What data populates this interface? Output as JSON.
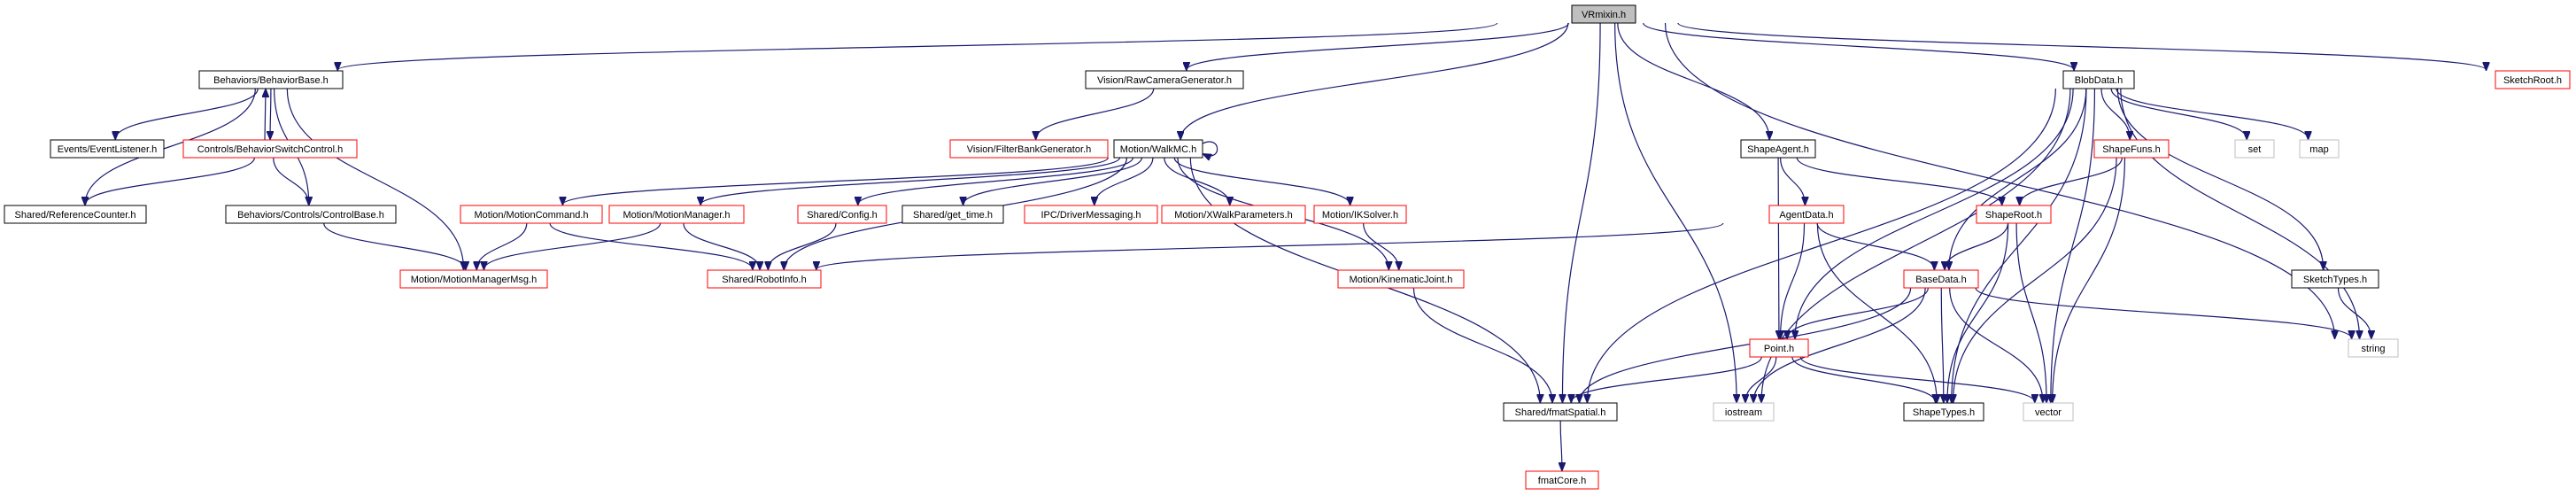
{
  "colors": {
    "edge": "#191970",
    "border_black": "#000000",
    "border_red": "#ff0000",
    "border_gray": "#bfbfbf",
    "fill_root": "#bfbfbf",
    "fill_node": "#ffffff"
  },
  "nodes": [
    {
      "id": "vrmixin",
      "label": "VRmixin.h",
      "style": "root"
    },
    {
      "id": "behaviorbase",
      "label": "Behaviors/BehaviorBase.h",
      "style": "black"
    },
    {
      "id": "rawcam",
      "label": "Vision/RawCameraGenerator.h",
      "style": "black"
    },
    {
      "id": "blobdata",
      "label": "BlobData.h",
      "style": "black"
    },
    {
      "id": "sketchroot",
      "label": "SketchRoot.h",
      "style": "red"
    },
    {
      "id": "eventlistener",
      "label": "Events/EventListener.h",
      "style": "black"
    },
    {
      "id": "bswitch",
      "label": "Controls/BehaviorSwitchControl.h",
      "style": "red"
    },
    {
      "id": "refcounter",
      "label": "Shared/ReferenceCounter.h",
      "style": "black"
    },
    {
      "id": "controlbase",
      "label": "Behaviors/Controls/ControlBase.h",
      "style": "black"
    },
    {
      "id": "mmmsg",
      "label": "Motion/MotionManagerMsg.h",
      "style": "red"
    },
    {
      "id": "filterbank",
      "label": "Vision/FilterBankGenerator.h",
      "style": "red"
    },
    {
      "id": "walkmc",
      "label": "Motion/WalkMC.h",
      "style": "black"
    },
    {
      "id": "motioncommand",
      "label": "Motion/MotionCommand.h",
      "style": "red"
    },
    {
      "id": "motionmanager",
      "label": "Motion/MotionManager.h",
      "style": "red"
    },
    {
      "id": "config",
      "label": "Shared/Config.h",
      "style": "red"
    },
    {
      "id": "gettime",
      "label": "Shared/get_time.h",
      "style": "black"
    },
    {
      "id": "drivermsg",
      "label": "IPC/DriverMessaging.h",
      "style": "red"
    },
    {
      "id": "xwalk",
      "label": "Motion/XWalkParameters.h",
      "style": "red"
    },
    {
      "id": "iksolver",
      "label": "Motion/IKSolver.h",
      "style": "red"
    },
    {
      "id": "robotinfo",
      "label": "Shared/RobotInfo.h",
      "style": "red"
    },
    {
      "id": "kinjoint",
      "label": "Motion/KinematicJoint.h",
      "style": "red"
    },
    {
      "id": "fmatspatial",
      "label": "Shared/fmatSpatial.h",
      "style": "black"
    },
    {
      "id": "fmatcore",
      "label": "fmatCore.h",
      "style": "red"
    },
    {
      "id": "iostream",
      "label": "iostream",
      "style": "gray"
    },
    {
      "id": "shapeagent",
      "label": "ShapeAgent.h",
      "style": "black"
    },
    {
      "id": "agentdata",
      "label": "AgentData.h",
      "style": "red"
    },
    {
      "id": "shaperoot",
      "label": "ShapeRoot.h",
      "style": "red"
    },
    {
      "id": "basedata",
      "label": "BaseData.h",
      "style": "red"
    },
    {
      "id": "point",
      "label": "Point.h",
      "style": "red"
    },
    {
      "id": "shapetypes",
      "label": "ShapeTypes.h",
      "style": "black"
    },
    {
      "id": "vector",
      "label": "vector",
      "style": "gray"
    },
    {
      "id": "shapefuns",
      "label": "ShapeFuns.h",
      "style": "red"
    },
    {
      "id": "set",
      "label": "set",
      "style": "gray"
    },
    {
      "id": "map",
      "label": "map",
      "style": "gray"
    },
    {
      "id": "sketchtypes",
      "label": "SketchTypes.h",
      "style": "black"
    },
    {
      "id": "string",
      "label": "string",
      "style": "gray"
    }
  ],
  "edges": [
    [
      "vrmixin",
      "behaviorbase"
    ],
    [
      "vrmixin",
      "rawcam"
    ],
    [
      "vrmixin",
      "walkmc"
    ],
    [
      "vrmixin",
      "fmatspatial"
    ],
    [
      "vrmixin",
      "iostream"
    ],
    [
      "vrmixin",
      "shapeagent"
    ],
    [
      "vrmixin",
      "blobdata"
    ],
    [
      "vrmixin",
      "string"
    ],
    [
      "vrmixin",
      "sketchroot"
    ],
    [
      "behaviorbase",
      "eventlistener"
    ],
    [
      "behaviorbase",
      "bswitch"
    ],
    [
      "behaviorbase",
      "refcounter"
    ],
    [
      "behaviorbase",
      "controlbase"
    ],
    [
      "behaviorbase",
      "mmmsg"
    ],
    [
      "bswitch",
      "behaviorbase"
    ],
    [
      "bswitch",
      "refcounter"
    ],
    [
      "bswitch",
      "controlbase"
    ],
    [
      "controlbase",
      "mmmsg"
    ],
    [
      "rawcam",
      "filterbank"
    ],
    [
      "walkmc",
      "walkmc"
    ],
    [
      "walkmc",
      "motioncommand"
    ],
    [
      "walkmc",
      "motionmanager"
    ],
    [
      "walkmc",
      "config"
    ],
    [
      "walkmc",
      "gettime"
    ],
    [
      "walkmc",
      "drivermsg"
    ],
    [
      "walkmc",
      "xwalk"
    ],
    [
      "walkmc",
      "iksolver"
    ],
    [
      "walkmc",
      "kinjoint"
    ],
    [
      "walkmc",
      "robotinfo"
    ],
    [
      "walkmc",
      "fmatspatial"
    ],
    [
      "motioncommand",
      "mmmsg"
    ],
    [
      "motioncommand",
      "robotinfo"
    ],
    [
      "motionmanager",
      "mmmsg"
    ],
    [
      "motionmanager",
      "robotinfo"
    ],
    [
      "config",
      "robotinfo"
    ],
    [
      "iksolver",
      "kinjoint"
    ],
    [
      "kinjoint",
      "fmatspatial"
    ],
    [
      "fmatspatial",
      "fmatcore"
    ],
    [
      "shapeagent",
      "agentdata"
    ],
    [
      "shapeagent",
      "shaperoot"
    ],
    [
      "shapeagent",
      "point"
    ],
    [
      "agentdata",
      "robotinfo"
    ],
    [
      "agentdata",
      "basedata"
    ],
    [
      "agentdata",
      "point"
    ],
    [
      "agentdata",
      "shapetypes"
    ],
    [
      "shaperoot",
      "basedata"
    ],
    [
      "shaperoot",
      "shapetypes"
    ],
    [
      "shaperoot",
      "vector"
    ],
    [
      "basedata",
      "fmatspatial"
    ],
    [
      "basedata",
      "iostream"
    ],
    [
      "basedata",
      "point"
    ],
    [
      "basedata",
      "shapetypes"
    ],
    [
      "basedata",
      "vector"
    ],
    [
      "basedata",
      "string"
    ],
    [
      "point",
      "fmatspatial"
    ],
    [
      "point",
      "iostream"
    ],
    [
      "point",
      "shapetypes"
    ],
    [
      "point",
      "vector"
    ],
    [
      "blobdata",
      "fmatspatial"
    ],
    [
      "blobdata",
      "iostream"
    ],
    [
      "blobdata",
      "point"
    ],
    [
      "blobdata",
      "basedata"
    ],
    [
      "blobdata",
      "shapetypes"
    ],
    [
      "blobdata",
      "shapefuns"
    ],
    [
      "blobdata",
      "vector"
    ],
    [
      "blobdata",
      "set"
    ],
    [
      "blobdata",
      "map"
    ],
    [
      "blobdata",
      "sketchtypes"
    ],
    [
      "blobdata",
      "string"
    ],
    [
      "shapefuns",
      "shaperoot"
    ],
    [
      "shapefuns",
      "shapetypes"
    ],
    [
      "shapefuns",
      "vector"
    ],
    [
      "sketchtypes",
      "string"
    ]
  ]
}
